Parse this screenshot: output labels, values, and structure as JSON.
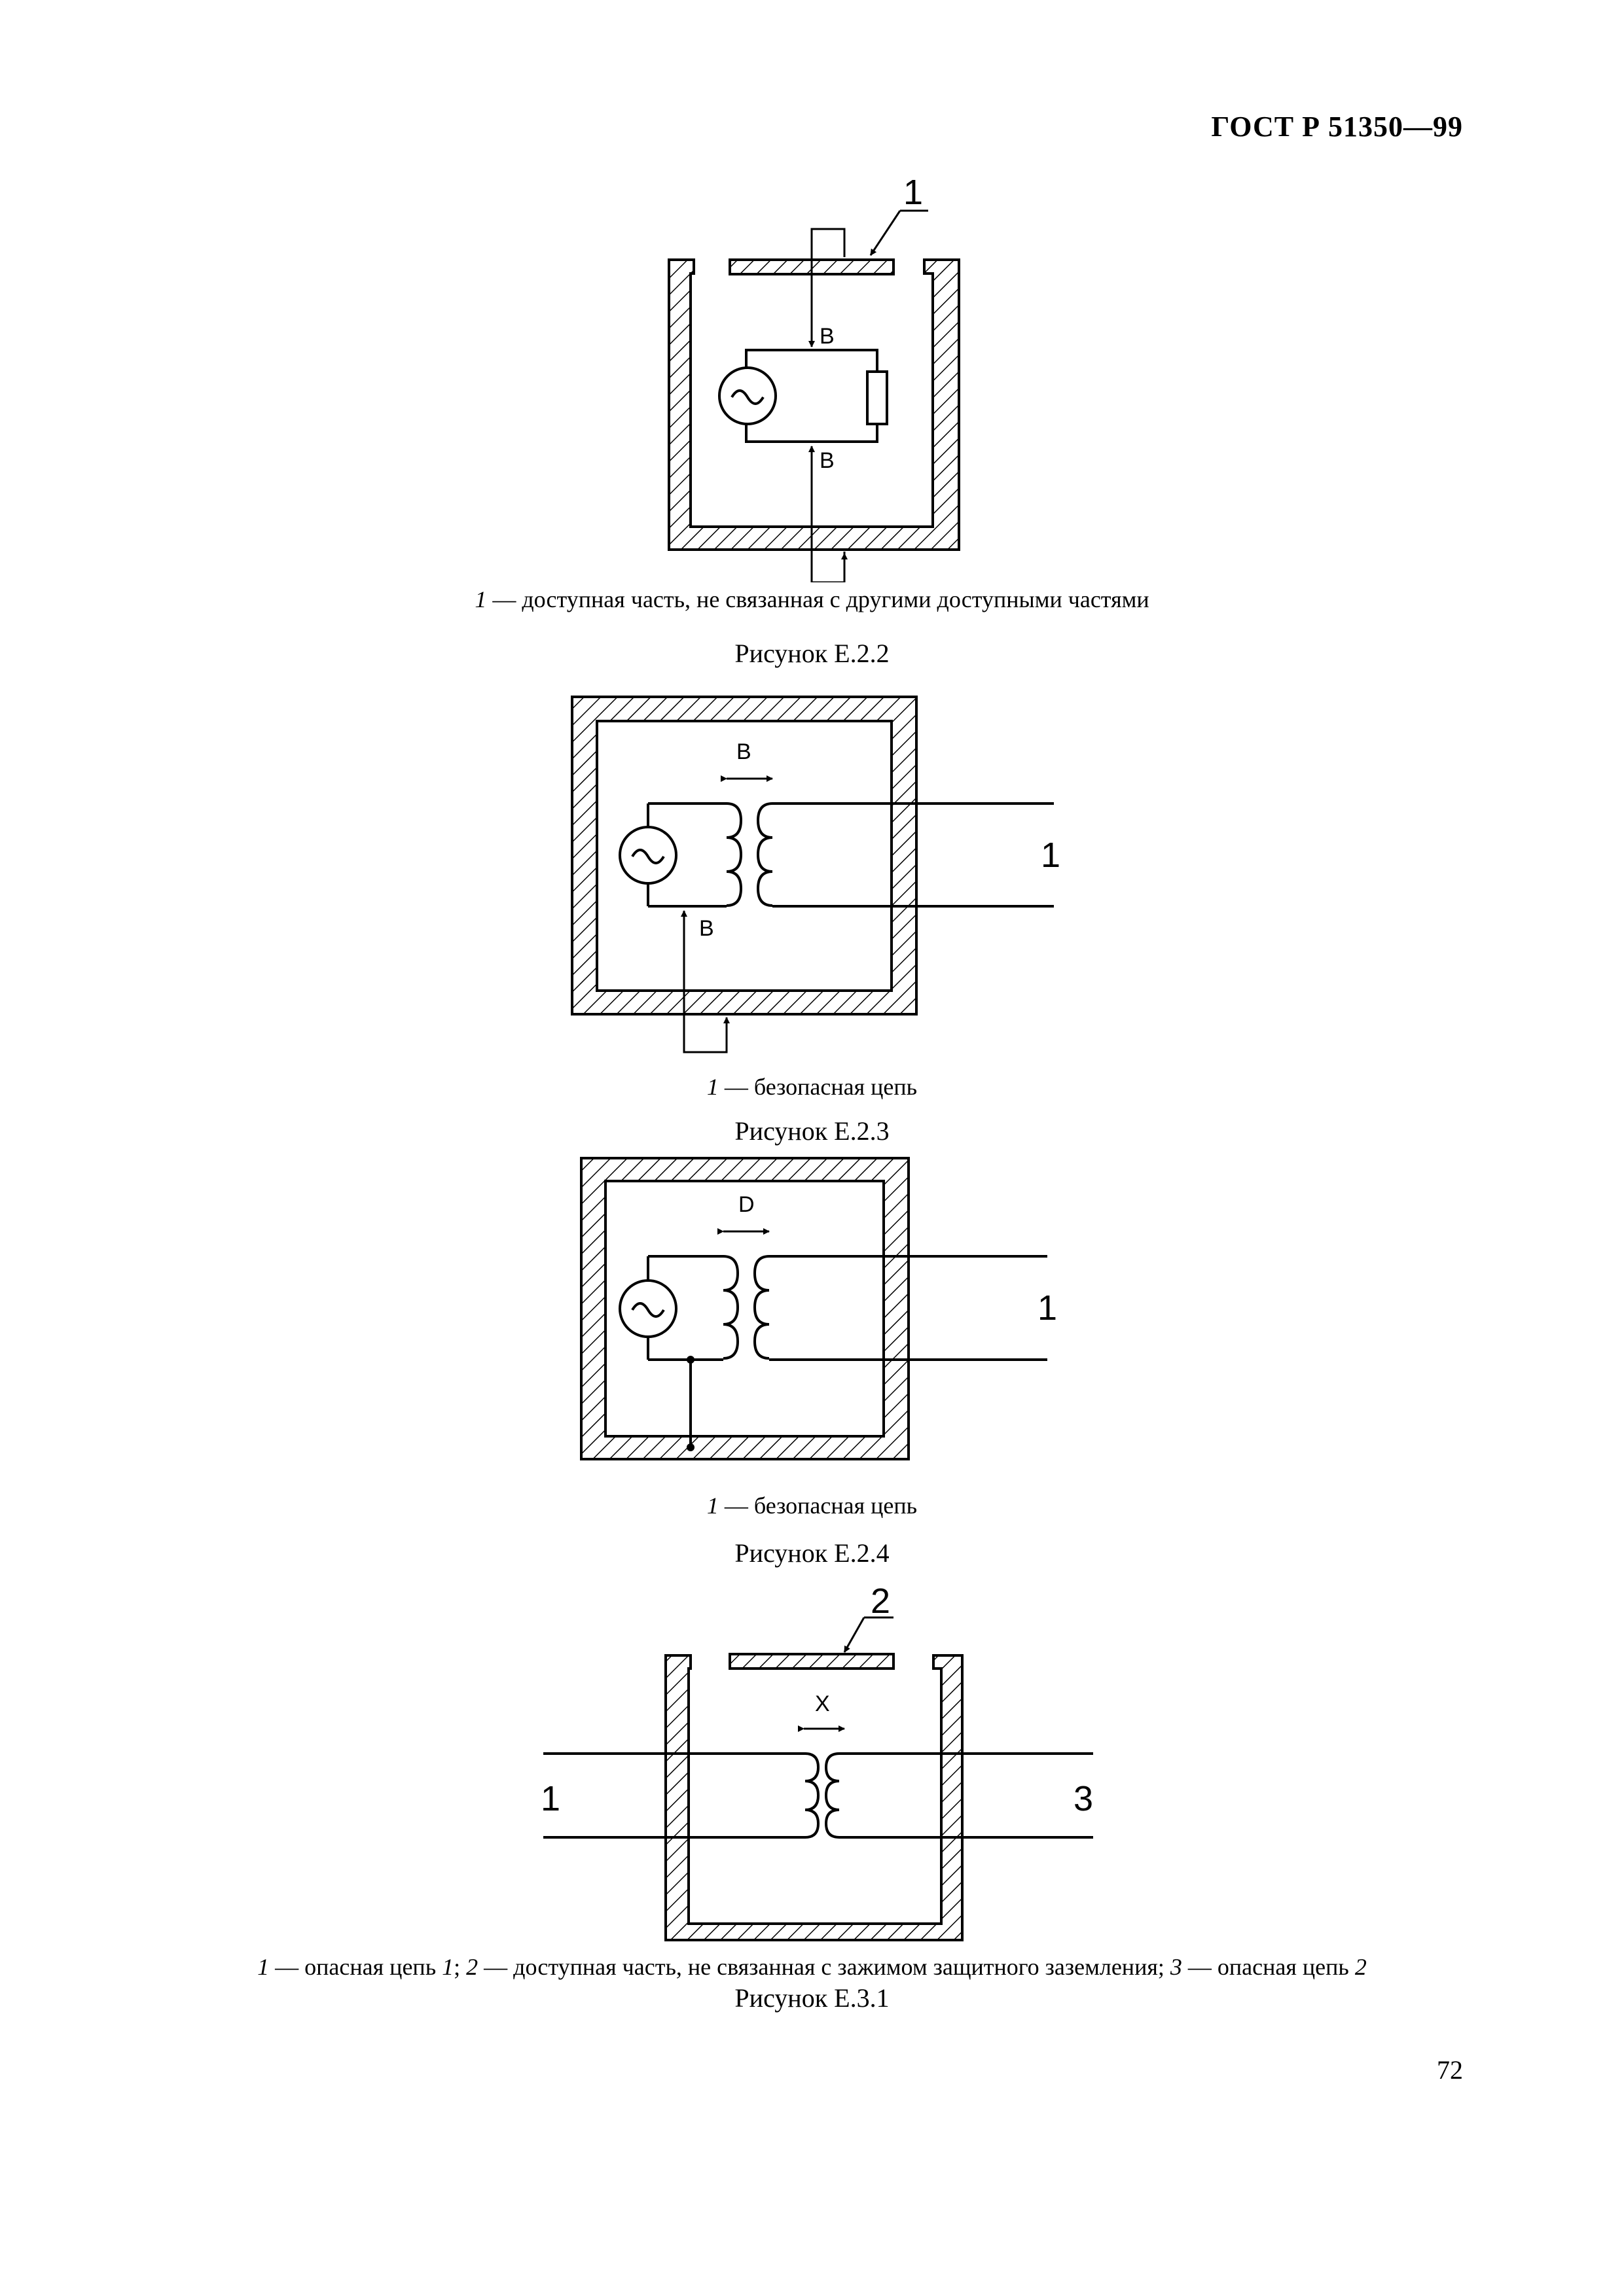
{
  "header": {
    "doc_code": "ГОСТ Р 51350—99"
  },
  "figures": [
    {
      "id": "E.2.2",
      "callouts": {
        "c1": "1",
        "b_top": "B",
        "b_bottom": "B"
      },
      "legend": {
        "n1": "1",
        "t1": " — доступная часть, не связанная с другими доступными частями"
      },
      "title": "Рисунок Е.2.2"
    },
    {
      "id": "E.2.3",
      "callouts": {
        "b_top": "B",
        "b_bottom": "B",
        "c1": "1"
      },
      "legend": {
        "n1": "1",
        "t1": " — безопасная цепь"
      },
      "title": "Рисунок Е.2.3"
    },
    {
      "id": "E.2.4",
      "callouts": {
        "d": "D",
        "c1": "1"
      },
      "legend": {
        "n1": "1",
        "t1": " — безопасная цепь"
      },
      "title": "Рисунок Е.2.4"
    },
    {
      "id": "E.3.1",
      "callouts": {
        "c2": "2",
        "x": "X",
        "c1": "1",
        "c3": "3"
      },
      "legend": {
        "n1": "1",
        "t1": " — опасная цепь ",
        "i1": "1",
        "sep": "; ",
        "n2": "2",
        "t2": " — доступная часть, не связанная с зажимом защитного заземления; ",
        "n3": "3",
        "t3": " — опасная цепь ",
        "i3": "2"
      },
      "title": "Рисунок Е.3.1"
    }
  ],
  "footer": {
    "page_number": "72"
  }
}
